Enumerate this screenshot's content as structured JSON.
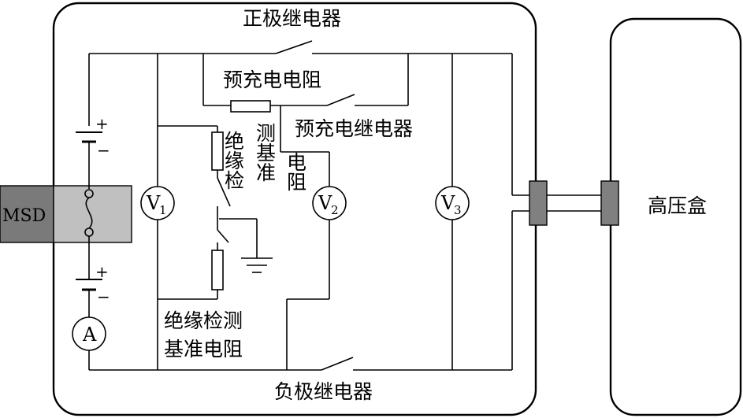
{
  "labels": {
    "positive_relay": "正极继电器",
    "precharge_resistor": "预充电电阻",
    "precharge_relay": "预充电继电器",
    "insulation_resistor_vertical_1": "绝缘检",
    "insulation_resistor_vertical_2": "测基准",
    "insulation_resistor_vertical_3": "电阻",
    "insulation_resistor_line_1": "绝缘检测",
    "insulation_resistor_line_2": "基准电阻",
    "negative_relay": "负极继电器",
    "hv_box": "高压盒",
    "msd": "MSD"
  },
  "meters": {
    "v1": {
      "letter": "V",
      "sub": "1"
    },
    "v2": {
      "letter": "V",
      "sub": "2"
    },
    "v3": {
      "letter": "V",
      "sub": "3"
    },
    "ammeter": "A"
  },
  "polarity": {
    "plus": "+",
    "minus": "−"
  },
  "colors": {
    "line": "#000000",
    "msd_fill": "#c0c0c0",
    "connector_fill": "#808080",
    "background": "#ffffff"
  }
}
